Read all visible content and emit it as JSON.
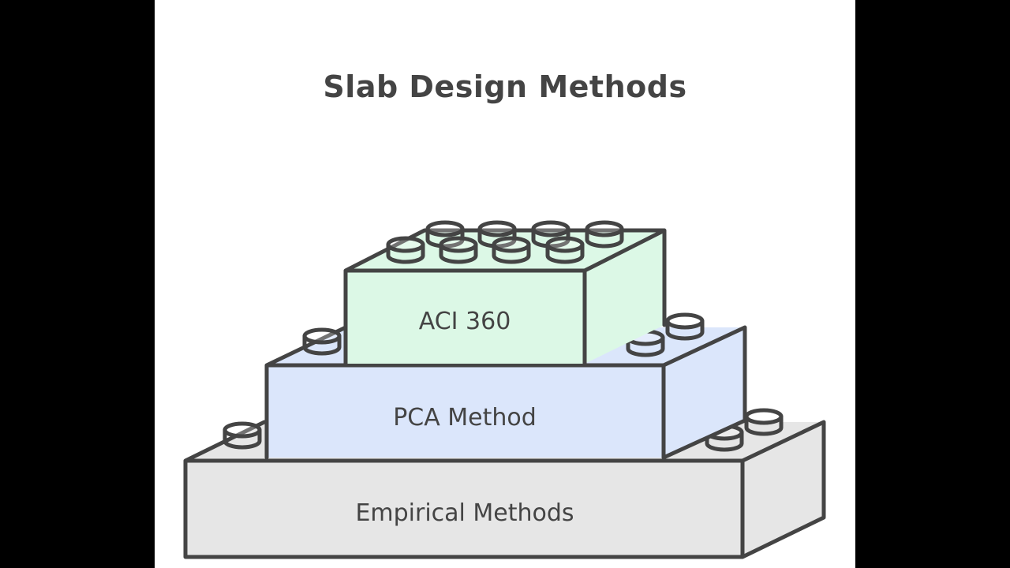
{
  "title": "Slab Design Methods",
  "layers": [
    {
      "label": "ACI 360",
      "color": "#dcf8e6"
    },
    {
      "label": "PCA Method",
      "color": "#dbe6fb"
    },
    {
      "label": "Empirical Methods",
      "color": "#e6e6e6"
    }
  ],
  "colors": {
    "outline": "#444444",
    "background": "#ffffff",
    "letterbox": "#000000"
  }
}
